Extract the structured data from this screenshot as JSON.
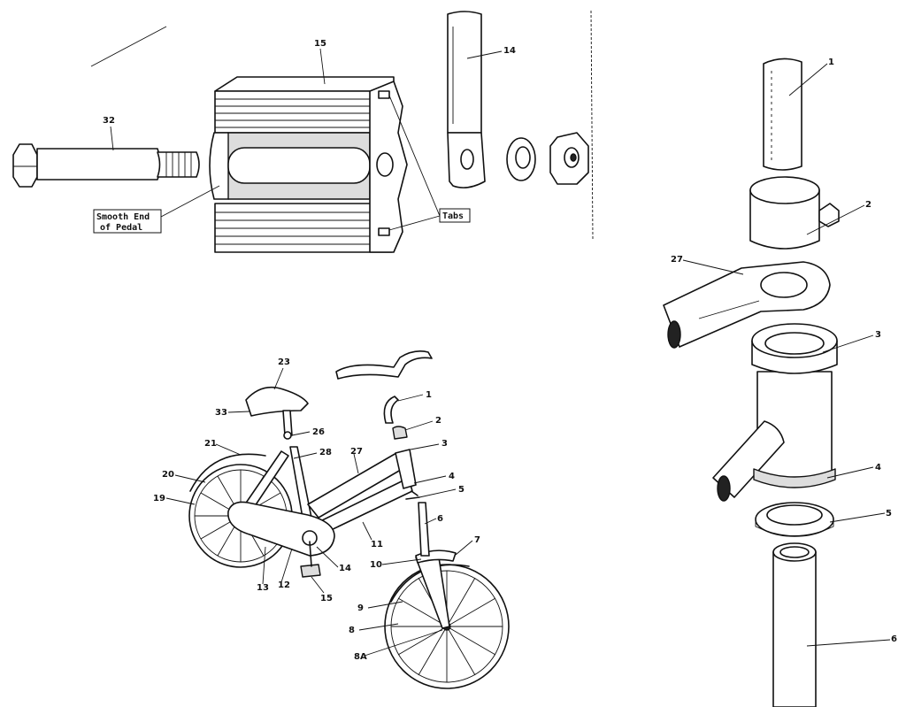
{
  "callouts": {
    "pedal_assembly": {
      "c32": "32",
      "c15": "15",
      "c14": "14",
      "smooth_end_line1": "Smooth End",
      "smooth_end_line2": "of Pedal",
      "tabs": "Tabs"
    },
    "bicycle": {
      "c23": "23",
      "c33": "33",
      "c26": "26",
      "c21": "21",
      "c28": "28",
      "c27": "27",
      "c20": "20",
      "c19": "19",
      "c1": "1",
      "c2": "2",
      "c3": "3",
      "c4": "4",
      "c5": "5",
      "c6": "6",
      "c7": "7",
      "c10": "10",
      "c11": "11",
      "c12": "12",
      "c13": "13",
      "c14": "14",
      "c15": "15",
      "c9": "9",
      "c8": "8",
      "c8a": "8A"
    },
    "headset": {
      "c1": "1",
      "c2": "2",
      "c27": "27",
      "c3": "3",
      "c4": "4",
      "c5": "5",
      "c6": "6"
    }
  }
}
